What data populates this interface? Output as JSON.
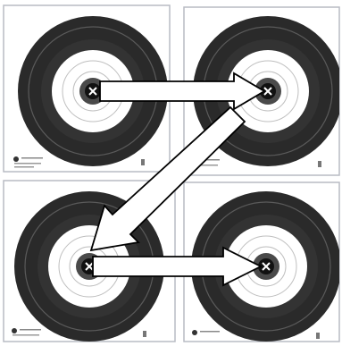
{
  "diagram": {
    "target_faces": [
      {
        "id": "top-left",
        "center_mark": "x"
      },
      {
        "id": "top-right",
        "center_mark": "x"
      },
      {
        "id": "bottom-left",
        "center_mark": "x"
      },
      {
        "id": "bottom-right",
        "center_mark": "x"
      }
    ],
    "arrows": [
      {
        "from": "top-left",
        "to": "top-right"
      },
      {
        "from": "top-right",
        "to": "bottom-left"
      },
      {
        "from": "bottom-left",
        "to": "bottom-right"
      }
    ],
    "colors": {
      "paper": "#ffffff",
      "card_border": "#b9bcc4",
      "black_ring": "#2a2a2a",
      "outer_ring": "#5a5a5a",
      "mid_ring": "#3a3a3a",
      "white_zone": "#ffffff",
      "white_ring_line": "#bfbfbf",
      "inner_ring": "#4a4a4a",
      "bullseye": "#111111",
      "arrow_fill": "#ffffff",
      "arrow_stroke": "#000000"
    }
  }
}
